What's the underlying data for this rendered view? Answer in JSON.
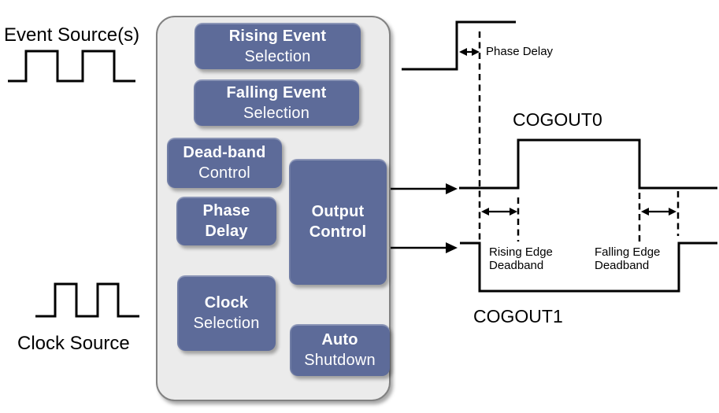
{
  "colors": {
    "block_fill": "#5d6b99",
    "block_highlight": "#8f99bb",
    "block_text": "#ffffff",
    "panel_fill": "#ebebeb",
    "panel_border": "#828282",
    "line": "#000000",
    "text": "#000000"
  },
  "sources": {
    "event_label": "Event Source(s)",
    "clock_label": "Clock Source"
  },
  "blocks": {
    "rising_event": {
      "line1": "Rising Event",
      "line2": "Selection"
    },
    "falling_event": {
      "line1": "Falling Event",
      "line2": "Selection"
    },
    "dead_band": {
      "line1": "Dead-band",
      "line2": "Control"
    },
    "phase_delay": {
      "line1": "Phase",
      "line2": "Delay"
    },
    "output_control": {
      "line1": "Output",
      "line2": "Control"
    },
    "clock_selection": {
      "line1": "Clock",
      "line2": "Selection"
    },
    "auto_shutdown": {
      "line1": "Auto",
      "line2": "Shutdown"
    }
  },
  "timing": {
    "phase_delay_label": "Phase Delay",
    "cogout0_label": "COGOUT0",
    "cogout1_label": "COGOUT1",
    "rising_deadband_line1": "Rising Edge",
    "rising_deadband_line2": "Deadband",
    "falling_deadband_line1": "Falling Edge",
    "falling_deadband_line2": "Deadband"
  }
}
